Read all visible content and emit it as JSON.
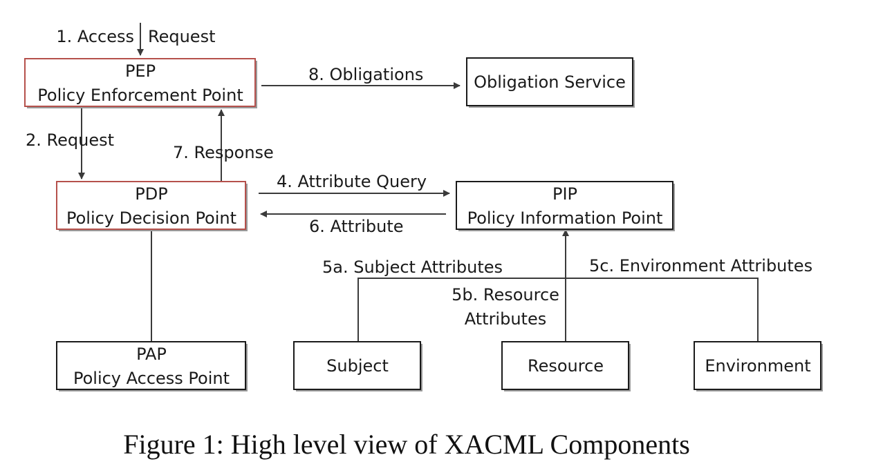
{
  "colors": {
    "red_border": "#b5504b",
    "black_border": "#1a1a1a",
    "line": "#3a3a3a"
  },
  "nodes": {
    "pep": {
      "title": "PEP",
      "subtitle": "Policy Enforcement Point"
    },
    "pdp": {
      "title": "PDP",
      "subtitle": "Policy Decision Point"
    },
    "pip": {
      "title": "PIP",
      "subtitle": "Policy Information Point"
    },
    "pap": {
      "title": "PAP",
      "subtitle": "Policy Access Point"
    },
    "obligation_service": {
      "label": "Obligation Service"
    },
    "subject": {
      "label": "Subject"
    },
    "resource": {
      "label": "Resource"
    },
    "environment": {
      "label": "Environment"
    }
  },
  "edges": {
    "access_request_1": "1. Access",
    "access_request_2": "Request",
    "request": "2. Request",
    "attribute_query": "4. Attribute Query",
    "subject_attributes": "5a. Subject Attributes",
    "resource_attributes_1": "5b. Resource",
    "resource_attributes_2": "Attributes",
    "environment_attributes": "5c. Environment Attributes",
    "attribute": "6. Attribute",
    "response": "7. Response",
    "obligations": "8. Obligations"
  },
  "caption": "Figure 1: High level view of XACML Components"
}
